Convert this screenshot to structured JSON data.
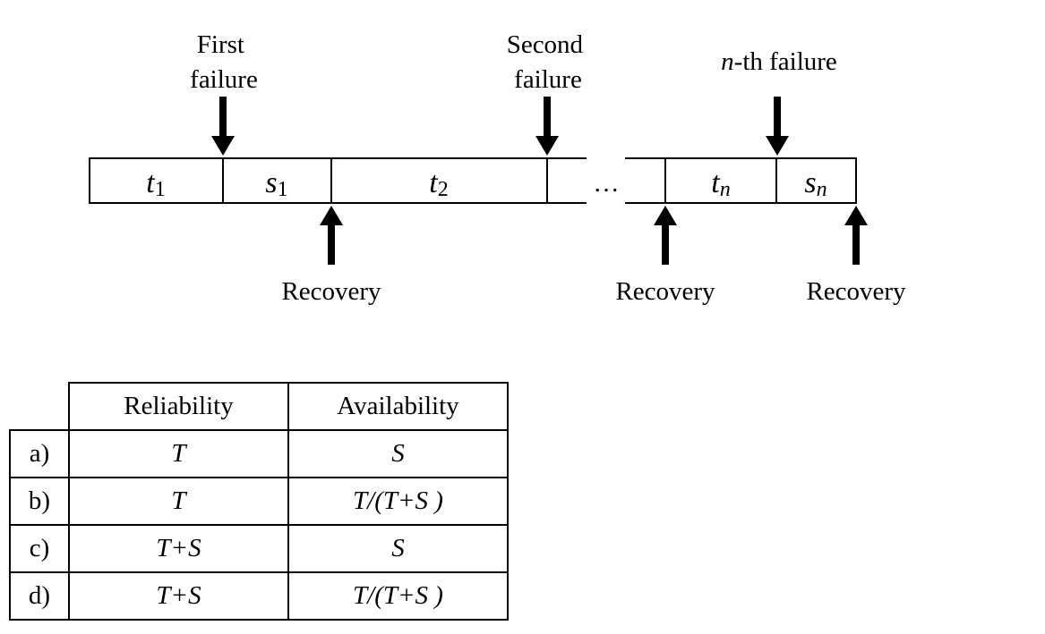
{
  "timeline": {
    "events": {
      "first_failure": [
        "First",
        "failure"
      ],
      "second_failure": [
        "Second",
        "failure"
      ],
      "nth_failure_var": "n",
      "nth_failure_rest": "-th failure",
      "recovery_1": "Recovery",
      "recovery_2": "Recovery",
      "recovery_3": "Recovery"
    },
    "segments": {
      "t1": {
        "base": "t",
        "sub": "1"
      },
      "s1": {
        "base": "s",
        "sub": "1"
      },
      "t2": {
        "base": "t",
        "sub": "2"
      },
      "tn": {
        "base": "t",
        "sub": "n"
      },
      "sn": {
        "base": "s",
        "sub": "n"
      }
    },
    "ellipsis": "…"
  },
  "table": {
    "headers": [
      "Reliability",
      "Availability"
    ],
    "rows": [
      {
        "key": "a)",
        "reliability": "T",
        "availability": "S"
      },
      {
        "key": "b)",
        "reliability": "T",
        "availability": "T/(T+S )"
      },
      {
        "key": "c)",
        "reliability": "T+S",
        "availability": "S"
      },
      {
        "key": "d)",
        "reliability": "T+S",
        "availability": "T/(T+S )"
      }
    ]
  }
}
